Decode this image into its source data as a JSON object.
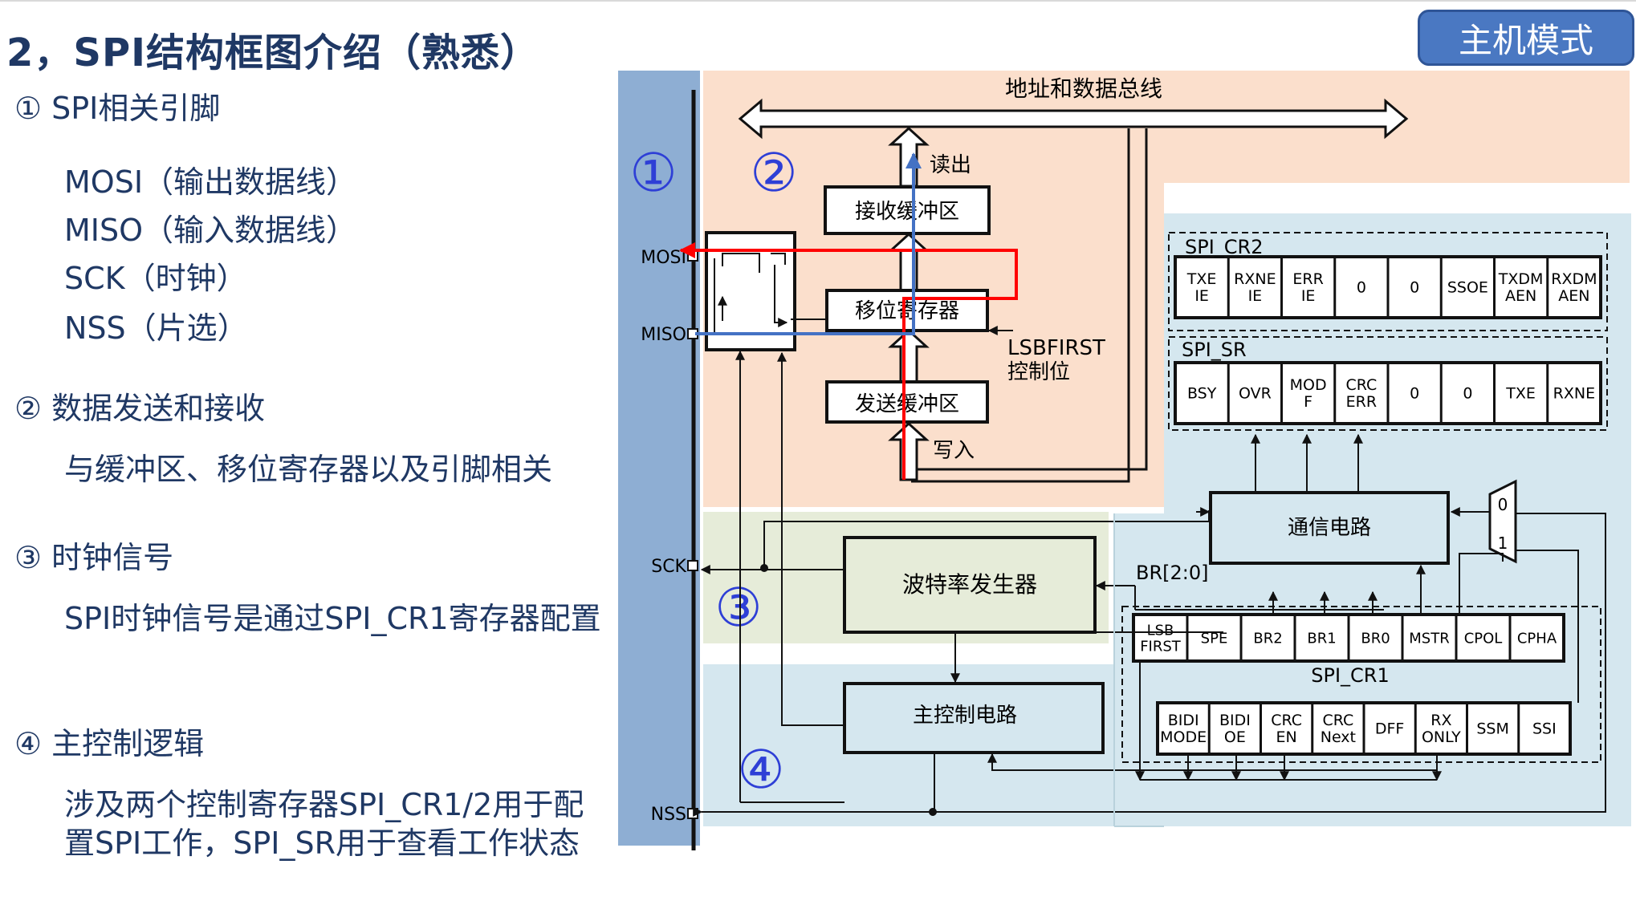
{
  "title": "2，SPI结构框图介绍（熟悉）",
  "mode_button": "主机模式",
  "left": {
    "s1_header": "① SPI相关引脚",
    "s1_items": [
      "MOSI（输出数据线）",
      "MISO（输入数据线）",
      "SCK（时钟）",
      "NSS（片选）"
    ],
    "s2_header": "② 数据发送和接收",
    "s2_text": "与缓冲区、移位寄存器以及引脚相关",
    "s3_header": "③ 时钟信号",
    "s3_text": "SPI时钟信号是通过SPI_CR1寄存器配置",
    "s4_header": "④ 主控制逻辑",
    "s4_text1": "涉及两个控制寄存器SPI_CR1/2用于配",
    "s4_text2": "置SPI工作，SPI_SR用于查看工作状态"
  },
  "diagram": {
    "circles": [
      "①",
      "②",
      "③",
      "④"
    ],
    "bus_label": "地址和数据总线",
    "read_label": "读出",
    "write_label": "写入",
    "rx_buffer": "接收缓冲区",
    "shift_register": "移位寄存器",
    "tx_buffer": "发送缓冲区",
    "lsbfirst_line1": "LSBFIRST",
    "lsbfirst_line2": "控制位",
    "pins": [
      "MOSI",
      "MISO",
      "SCK",
      "NSS"
    ],
    "baud_gen": "波特率发生器",
    "comm_circuit": "通信电路",
    "main_ctrl": "主控制电路",
    "br_label": "BR[2:0]",
    "mux_0": "0",
    "mux_1": "1",
    "cr2_label": "SPI_CR2",
    "cr2_bits": [
      [
        "TXE",
        "IE"
      ],
      [
        "RXNE",
        "IE"
      ],
      [
        "ERR",
        "IE"
      ],
      [
        "0"
      ],
      [
        "0"
      ],
      [
        "SSOE"
      ],
      [
        "TXDM",
        "AEN"
      ],
      [
        "RXDM",
        "AEN"
      ]
    ],
    "sr_label": "SPI_SR",
    "sr_bits": [
      [
        "BSY"
      ],
      [
        "OVR"
      ],
      [
        "MOD",
        "F"
      ],
      [
        "CRC",
        "ERR"
      ],
      [
        "0"
      ],
      [
        "0"
      ],
      [
        "TXE"
      ],
      [
        "RXNE"
      ]
    ],
    "cr1_label": "SPI_CR1",
    "cr1_top_bits": [
      [
        "LSB",
        "FIRST"
      ],
      [
        "SPE"
      ],
      [
        "BR2"
      ],
      [
        "BR1"
      ],
      [
        "BR0"
      ],
      [
        "MSTR"
      ],
      [
        "CPOL"
      ],
      [
        "CPHA"
      ]
    ],
    "cr1_bot_bits": [
      [
        "BIDI",
        "MODE"
      ],
      [
        "BIDI",
        "OE"
      ],
      [
        "CRC",
        "EN"
      ],
      [
        "CRC",
        "Next"
      ],
      [
        "DFF"
      ],
      [
        "RX",
        "ONLY"
      ],
      [
        "SSM"
      ],
      [
        "SSI"
      ]
    ],
    "colors": {
      "pin_bar": "#8eaed3",
      "data_region": "#fbdfcc",
      "clock_region": "#e6ecd9",
      "ctrl_region": "#d5e7ef",
      "tx_path": "#ff0000",
      "rx_path": "#4472c4",
      "circle_number": "#2e3fd6"
    }
  }
}
